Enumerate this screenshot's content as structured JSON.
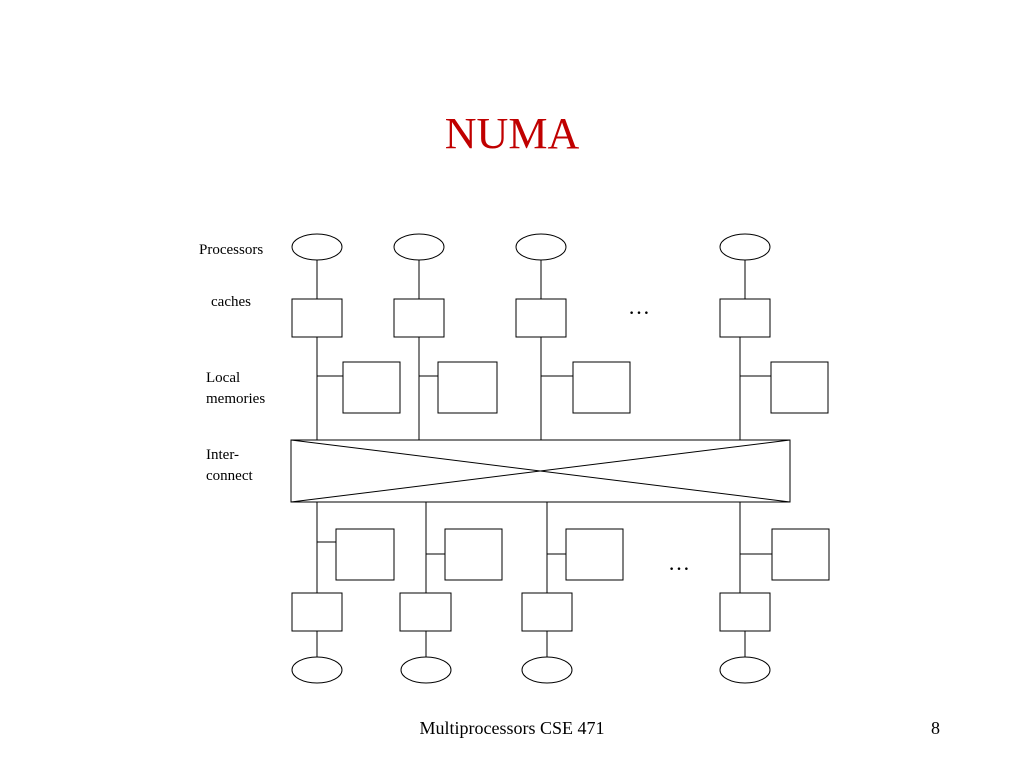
{
  "title": "NUMA",
  "accent_color": "#c00000",
  "labels": {
    "processors": "Processors",
    "caches": "caches",
    "local_memories_line1": "Local",
    "local_memories_line2": "memories",
    "interconnect_line1": "Inter-",
    "interconnect_line2": "connect"
  },
  "ellipsis": "…",
  "footer": {
    "text": "Multiprocessors CSE 471",
    "page_number": "8"
  }
}
